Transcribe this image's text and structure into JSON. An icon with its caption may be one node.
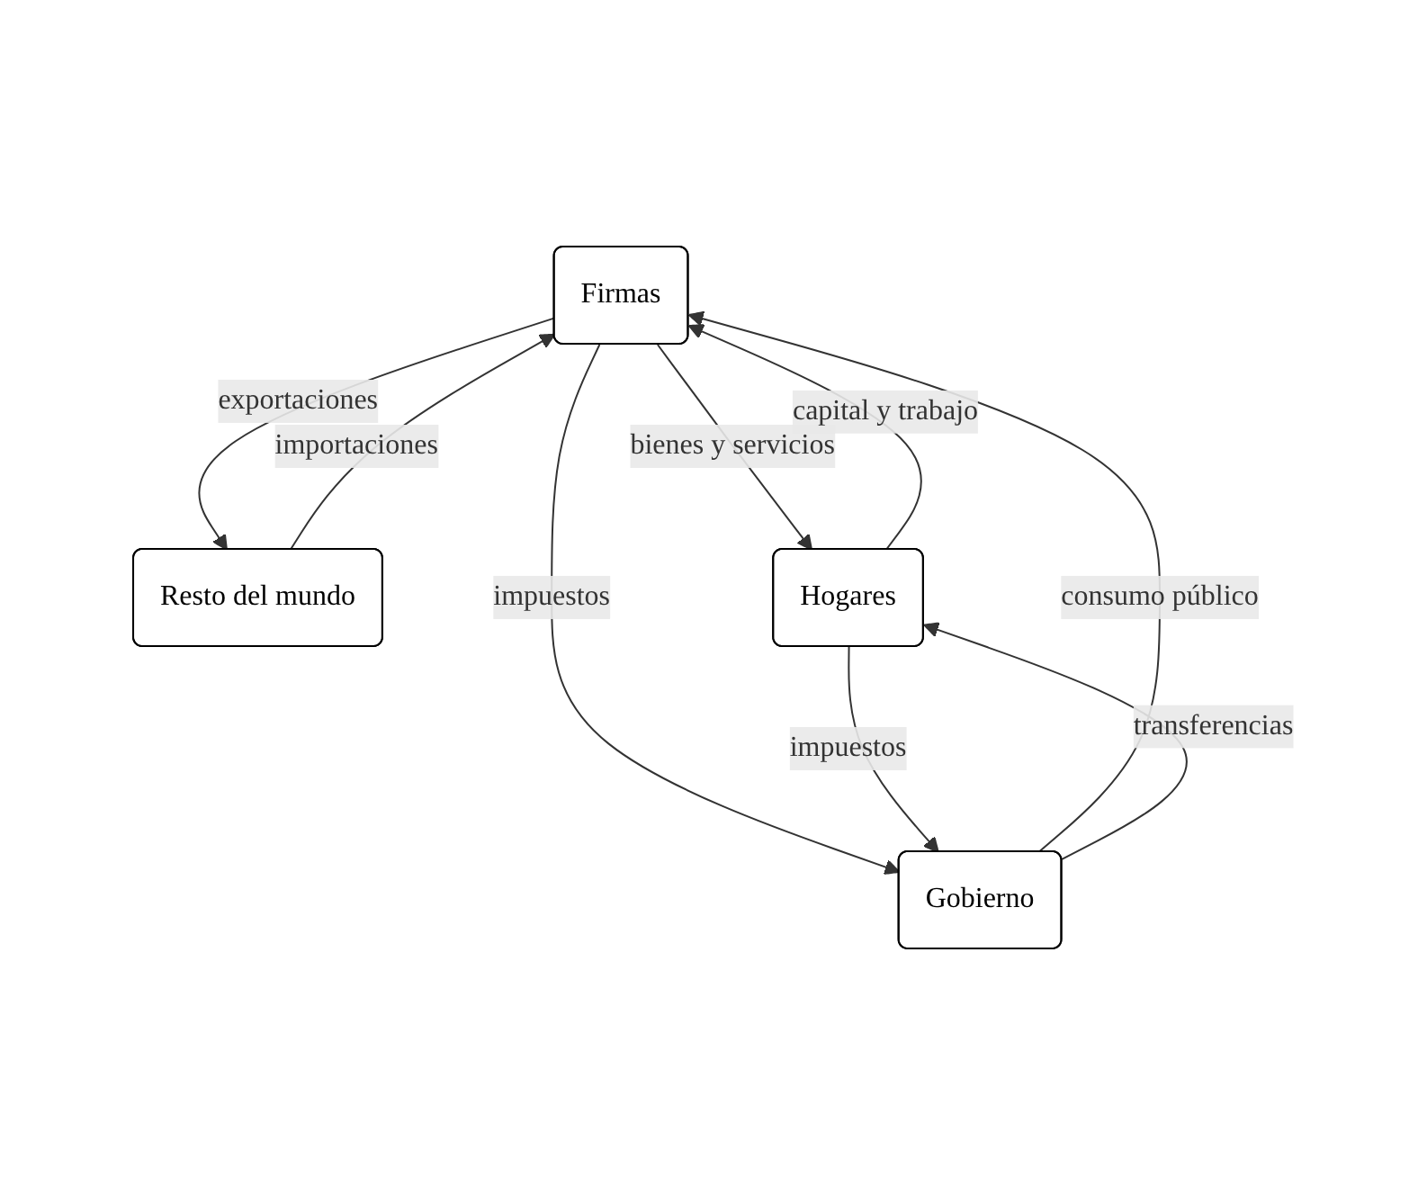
{
  "diagram": {
    "nodes": [
      {
        "text": [
          "Firmas"
        ]
      },
      {
        "text": [
          "Resto del mundo"
        ]
      },
      {
        "text": [
          "Hogares"
        ]
      },
      {
        "text": [
          "Gobierno"
        ]
      }
    ],
    "edges": [
      {
        "from": 1,
        "to": 0,
        "arrow": "to",
        "label": "importaciones"
      },
      {
        "from": 0,
        "to": 1,
        "arrow": "to",
        "label": "exportaciones"
      },
      {
        "from": 0,
        "to": 2,
        "arrow": "to",
        "label": "bienes y servicios"
      },
      {
        "from": 2,
        "to": 0,
        "arrow": "to",
        "label": "capital y trabajo"
      },
      {
        "from": 0,
        "to": 3,
        "arrow": "to",
        "label": "impuestos"
      },
      {
        "from": 3,
        "to": 0,
        "arrow": "to",
        "label": "consumo público"
      },
      {
        "from": 3,
        "to": 2,
        "arrow": "to",
        "label": "transferencias"
      },
      {
        "from": 2,
        "to": 3,
        "arrow": "to",
        "label": "impuestos"
      }
    ]
  }
}
